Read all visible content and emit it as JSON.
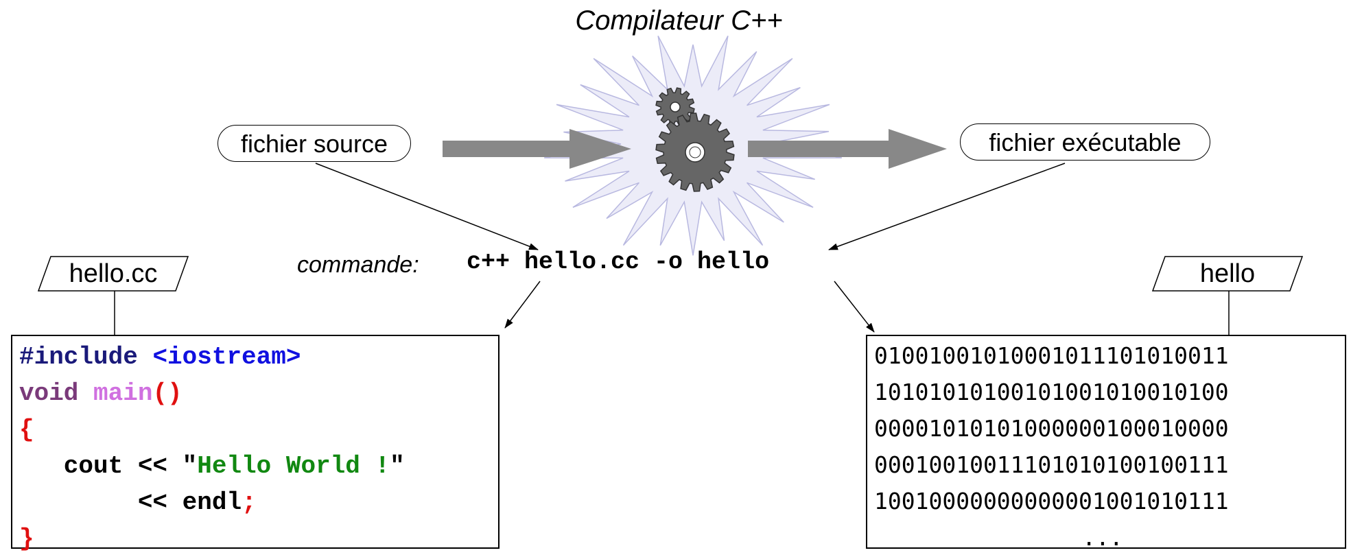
{
  "title": "Compilateur C++",
  "source_label": "fichier source",
  "exe_label": "fichier exécutable",
  "command_label": "commande:",
  "command": "c++ hello.cc -o hello",
  "source_file_name": "hello.cc",
  "exe_file_name": "hello",
  "code_lines": [
    [
      {
        "t": "#include ",
        "c": "kw_dark"
      },
      {
        "t": "<iostream>",
        "c": "include_path"
      }
    ],
    [
      {
        "t": "void ",
        "c": "type"
      },
      {
        "t": "main",
        "c": "func"
      },
      {
        "t": "()",
        "c": "punct"
      }
    ],
    [
      {
        "t": "{",
        "c": "punct"
      }
    ],
    [
      {
        "t": "   cout << \"",
        "c": "plain"
      },
      {
        "t": "Hello World !",
        "c": "string"
      },
      {
        "t": "\"",
        "c": "plain"
      }
    ],
    [
      {
        "t": "        << endl",
        "c": "plain"
      },
      {
        "t": ";",
        "c": "punct"
      }
    ],
    [
      {
        "t": "}",
        "c": "punct"
      }
    ]
  ],
  "binary_lines": [
    "01001001010001011101010011",
    "10101010100101001010010100",
    "00001010101000000100010000",
    "00010010011101010100100111",
    "10010000000000001001010111"
  ],
  "binary_ellipsis": "...",
  "colors": {
    "kw_dark": "#1a1a7a",
    "include_path": "#1010e0",
    "type": "#7a3a7a",
    "func": "#d070e0",
    "punct": "#e01010",
    "plain": "#000000",
    "string": "#118811",
    "arrow_gray": "#888888",
    "burst_fill": "#ececf8",
    "burst_stroke": "#b8b8e0",
    "gear_fill": "#666666"
  },
  "icons": [
    "compiler-burst-icon",
    "small-gear-icon",
    "large-gear-icon"
  ]
}
